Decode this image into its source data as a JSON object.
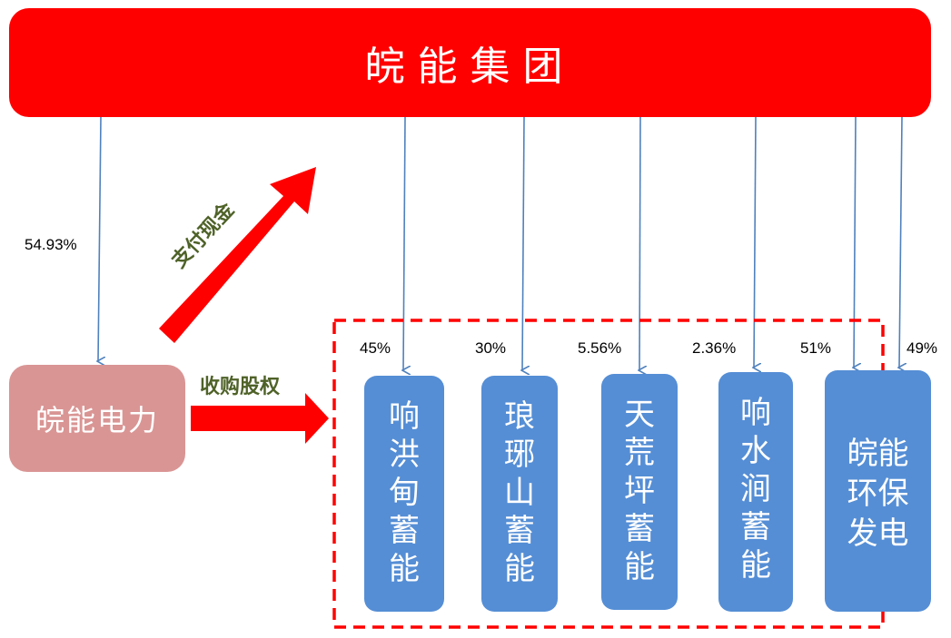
{
  "group": {
    "name": "皖能集团"
  },
  "parent_company": {
    "name": "皖能电力",
    "stake": "54.93%"
  },
  "flow_labels": {
    "pay_cash": "支付现金",
    "acquire_equity": "收购股权"
  },
  "subsidiaries": [
    {
      "name": "响洪甸蓄能",
      "stake": "45%"
    },
    {
      "name": "琅琊山蓄能",
      "stake": "30%"
    },
    {
      "name": "天荒坪蓄能",
      "stake": "5.56%"
    },
    {
      "name": "响水涧蓄能",
      "stake": "2.36%"
    },
    {
      "name": "皖能环保发电",
      "stake_primary": "51%",
      "stake_secondary": "49%"
    }
  ],
  "colors": {
    "group_fill": "#ff0000",
    "parent_fill": "#d99594",
    "subsidiary_fill": "#558ed5",
    "connector_line": "#4f81bd",
    "dashed_border": "#ff0000",
    "label_text": "#4f6228"
  }
}
